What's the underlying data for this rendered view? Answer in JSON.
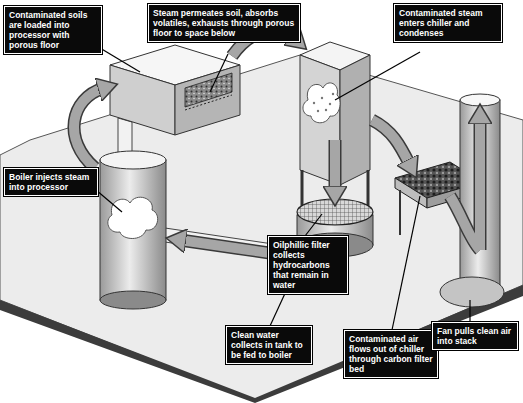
{
  "diagram": {
    "nodes": [
      {
        "text": [
          "Contaminated soils are loaded into processor with porous floor"
        ]
      },
      {
        "text": [
          "Steam permeates soil, absorbs volatiles, exhausts through porous floor to space below"
        ]
      },
      {
        "text": [
          "Contaminated steam enters chiller and condenses"
        ]
      },
      {
        "text": [
          "Boiler injects steam into processor"
        ]
      },
      {
        "text": [
          "Oilphillic filter collects hydrocarbons that remain in water"
        ]
      },
      {
        "text": [
          "Clean water collects in tank to be fed to boiler"
        ]
      },
      {
        "text": [
          "Contaminated air flows out of chiller through carbon filter bed"
        ]
      },
      {
        "text": [
          "Fan pulls clean air into stack"
        ]
      }
    ]
  }
}
